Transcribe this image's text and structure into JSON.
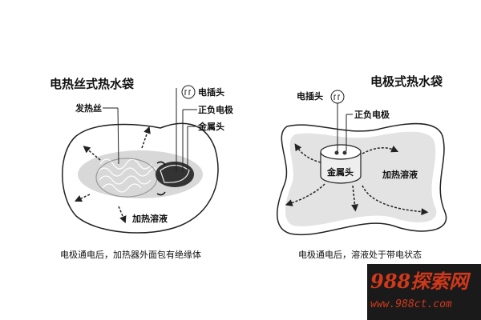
{
  "left_diagram": {
    "title": "电热丝式热水袋",
    "labels": {
      "heating_wire": "发热丝",
      "plug": "电插头",
      "electrodes": "正负电极",
      "metal_head": "金属头",
      "heated_solution": "加热溶液"
    },
    "caption": "电极通电后，加热器外面包有绝缘体"
  },
  "right_diagram": {
    "title": "电极式热水袋",
    "labels": {
      "plug": "电插头",
      "electrodes": "正负电极",
      "metal_head": "金属头",
      "heated_solution": "加热溶液"
    },
    "caption": "电极通电后，溶液处于带电状态"
  },
  "watermark": {
    "name": "988探索网",
    "url": "www.988ct.com",
    "background": "#1a1a1a",
    "color": "#d2381a"
  }
}
